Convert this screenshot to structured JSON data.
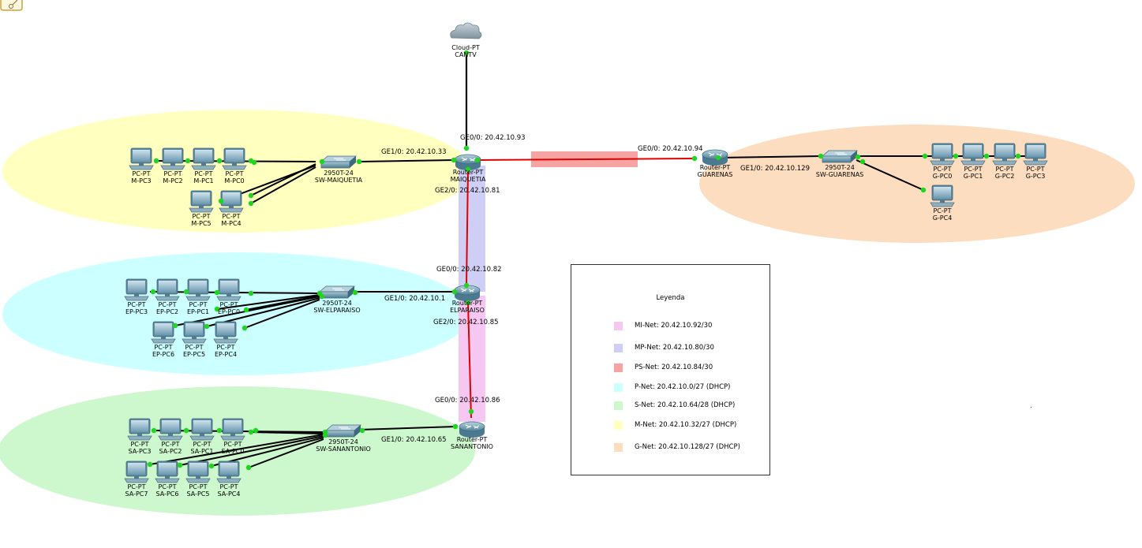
{
  "colors": {
    "mi_net": "#f6c8f1",
    "mp_net": "#cfcff6",
    "ps_net": "#f5a3a3",
    "p_net": "#ccffff",
    "s_net": "#cdf7cd",
    "m_net": "#ffffbf",
    "g_net": "#fdddbf"
  },
  "cloud": {
    "type": "Cloud-PT",
    "name": "CANTV"
  },
  "routers": {
    "maiquetia": {
      "type": "Router-PT",
      "name": "MAIQUETIA"
    },
    "guarenas": {
      "type": "Router-PT",
      "name": "GUARENAS"
    },
    "elparaiso": {
      "type": "Router-PT",
      "name": "ELPARAISO"
    },
    "sanantonio": {
      "type": "Router-PT",
      "name": "SANANTONIO"
    }
  },
  "switches": {
    "maiquetia": {
      "type": "2950T-24",
      "name": "SW-MAIQUETIA"
    },
    "guarenas": {
      "type": "2950T-24",
      "name": "SW-GUARENAS"
    },
    "elparaiso": {
      "type": "2950T-24",
      "name": "SW-ELPARAISO"
    },
    "sanantonio": {
      "type": "2950T-24",
      "name": "SW-SANANTONIO"
    }
  },
  "pc_type": "PC-PT",
  "pcs": {
    "m_pc3": "M-PC3",
    "m_pc2": "M-PC2",
    "m_pc1": "M-PC1",
    "m_pc0": "M-PC0",
    "m_pc5": "M-PC5",
    "m_pc4": "M-PC4",
    "g_pc0": "G-PC0",
    "g_pc1": "G-PC1",
    "g_pc2": "G-PC2",
    "g_pc3": "G-PC3",
    "g_pc4": "G-PC4",
    "ep_pc3": "EP-PC3",
    "ep_pc2": "EP-PC2",
    "ep_pc1": "EP-PC1",
    "ep_pc0": "EP-PC0",
    "ep_pc6": "EP-PC6",
    "ep_pc5": "EP-PC5",
    "ep_pc4": "EP-PC4",
    "sa_pc3": "SA-PC3",
    "sa_pc2": "SA-PC2",
    "sa_pc1": "SA-PC1",
    "sa_pc0": "SA-PC0",
    "sa_pc7": "SA-PC7",
    "sa_pc6": "SA-PC6",
    "sa_pc5": "SA-PC5",
    "sa_pc4": "SA-PC4"
  },
  "interfaces": {
    "maiquetia_ge00": "GE0/0: 20.42.10.93",
    "maiquetia_ge10": "GE1/0: 20.42.10.33",
    "maiquetia_ge20": "GE2/0: 20.42.10.81",
    "guarenas_ge00": "GE0/0: 20.42.10.94",
    "guarenas_ge10": "GE1/0: 20.42.10.129",
    "elparaiso_ge00": "GE0/0: 20.42.10.82",
    "elparaiso_ge10": "GE1/0: 20.42.10.1",
    "elparaiso_ge20": "GE2/0: 20.42.10.85",
    "sanantonio_ge00": "GE0/0: 20.42.10.86",
    "sanantonio_ge10": "GE1/0: 20.42.10.65"
  },
  "legend": {
    "title": "Leyenda",
    "items": [
      {
        "label": "MI-Net: 20.42.10.92/30",
        "color": "#f6c8f1"
      },
      {
        "label": "MP-Net: 20.42.10.80/30",
        "color": "#cfcff6"
      },
      {
        "label": "PS-Net: 20.42.10.84/30",
        "color": "#f5a3a3"
      },
      {
        "label": "P-Net: 20.42.10.0/27 (DHCP)",
        "color": "#ccffff"
      },
      {
        "label": "S-Net: 20.42.10.64/28 (DHCP)",
        "color": "#cdf7cd"
      },
      {
        "label": "M-Net: 20.42.10.32/27 (DHCP)",
        "color": "#ffffbf"
      },
      {
        "label": "G-Net: 20.42.10.128/27 (DHCP)",
        "color": "#fdddbf"
      }
    ]
  }
}
